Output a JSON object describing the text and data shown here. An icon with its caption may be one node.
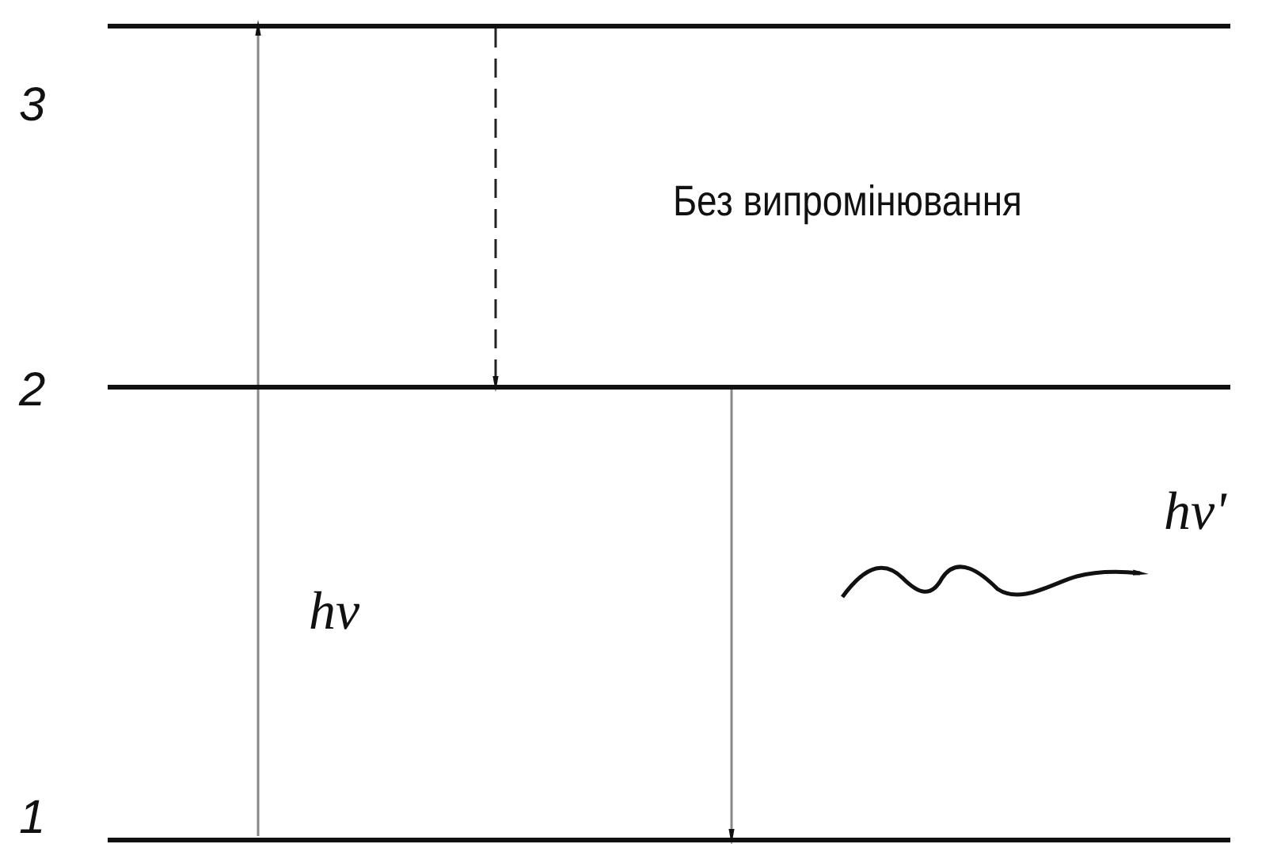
{
  "diagram": {
    "nodes": [
      {
        "text": [],
        "shape": "bar",
        "beside": [
          "3"
        ]
      },
      {
        "text": [],
        "shape": "bar",
        "beside": [
          "2"
        ]
      },
      {
        "text": [],
        "shape": "bar",
        "beside": [
          "1"
        ]
      }
    ],
    "edges": [
      {
        "from": 2,
        "to": 0,
        "arrow": "to",
        "label": "hv"
      },
      {
        "from": 0,
        "to": 1,
        "arrow": "to",
        "style": "dashed",
        "color": "#222222",
        "label": "Без випромінювання"
      },
      {
        "from": 1,
        "to": 2,
        "arrow": "to"
      }
    ],
    "labels": [
      "hv'"
    ]
  }
}
